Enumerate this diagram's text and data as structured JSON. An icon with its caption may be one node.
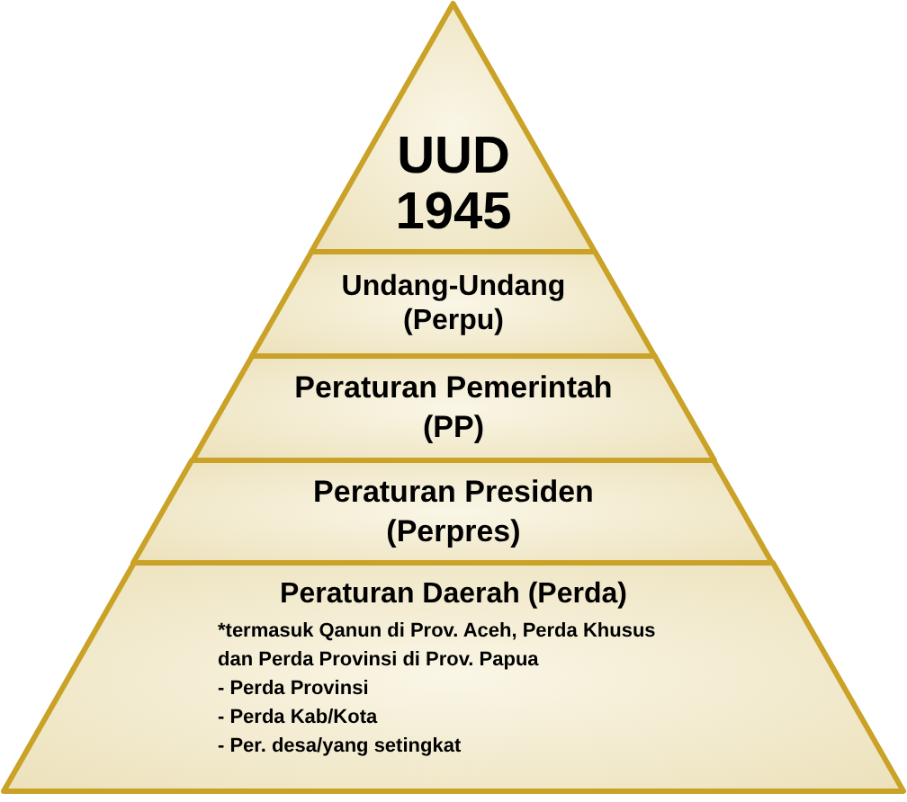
{
  "diagram": {
    "nodes": [
      {
        "text": [
          "UUD 1945"
        ]
      },
      {
        "text": [
          "Undang-Undang (Perpu)"
        ]
      },
      {
        "text": [
          "Peraturan Pemerintah (PP)"
        ]
      },
      {
        "text": [
          "Peraturan Presiden (Perpres)"
        ]
      },
      {
        "text": [
          "Peraturan Daerah (Perda)",
          "*termasuk Qanun di Prov. Aceh, Perda Khusus dan Perda Provinsi di Prov. Papua",
          "- Perda Provinsi",
          "- Perda Kab/Kota",
          "- Per. desa/yang setingkat"
        ]
      }
    ],
    "edges": []
  }
}
